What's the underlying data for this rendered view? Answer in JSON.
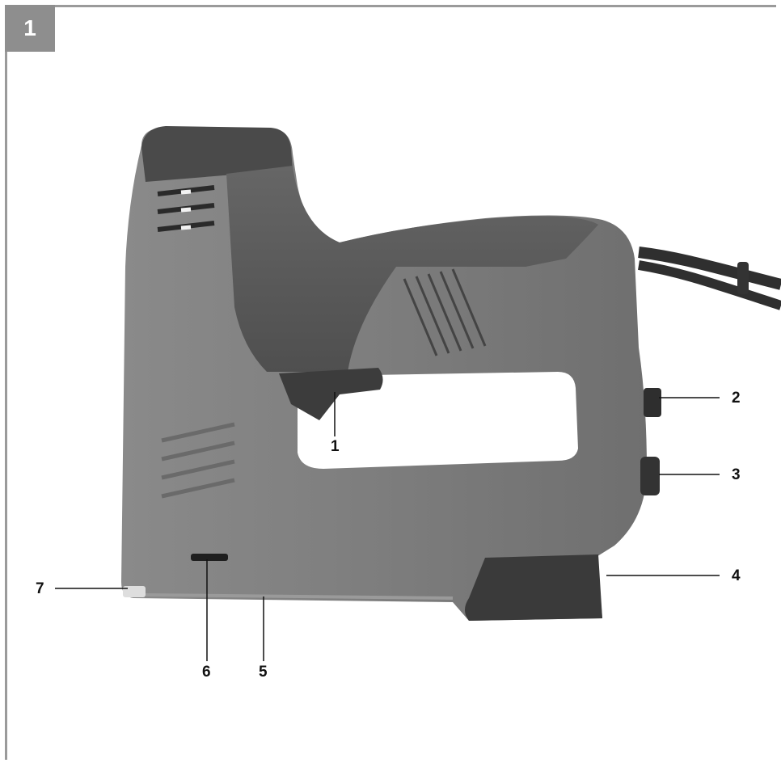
{
  "figure": {
    "number": "1"
  },
  "callouts": [
    {
      "id": "1",
      "label": "1"
    },
    {
      "id": "2",
      "label": "2"
    },
    {
      "id": "3",
      "label": "3"
    },
    {
      "id": "4",
      "label": "4"
    },
    {
      "id": "5",
      "label": "5"
    },
    {
      "id": "6",
      "label": "6"
    },
    {
      "id": "7",
      "label": "7"
    }
  ],
  "colors": {
    "body": "#7b7b7b",
    "grip": "#5a5a5a",
    "dark": "#3e3e3e",
    "frame": "#9a9a9a",
    "badge": "#8e8e8e"
  }
}
